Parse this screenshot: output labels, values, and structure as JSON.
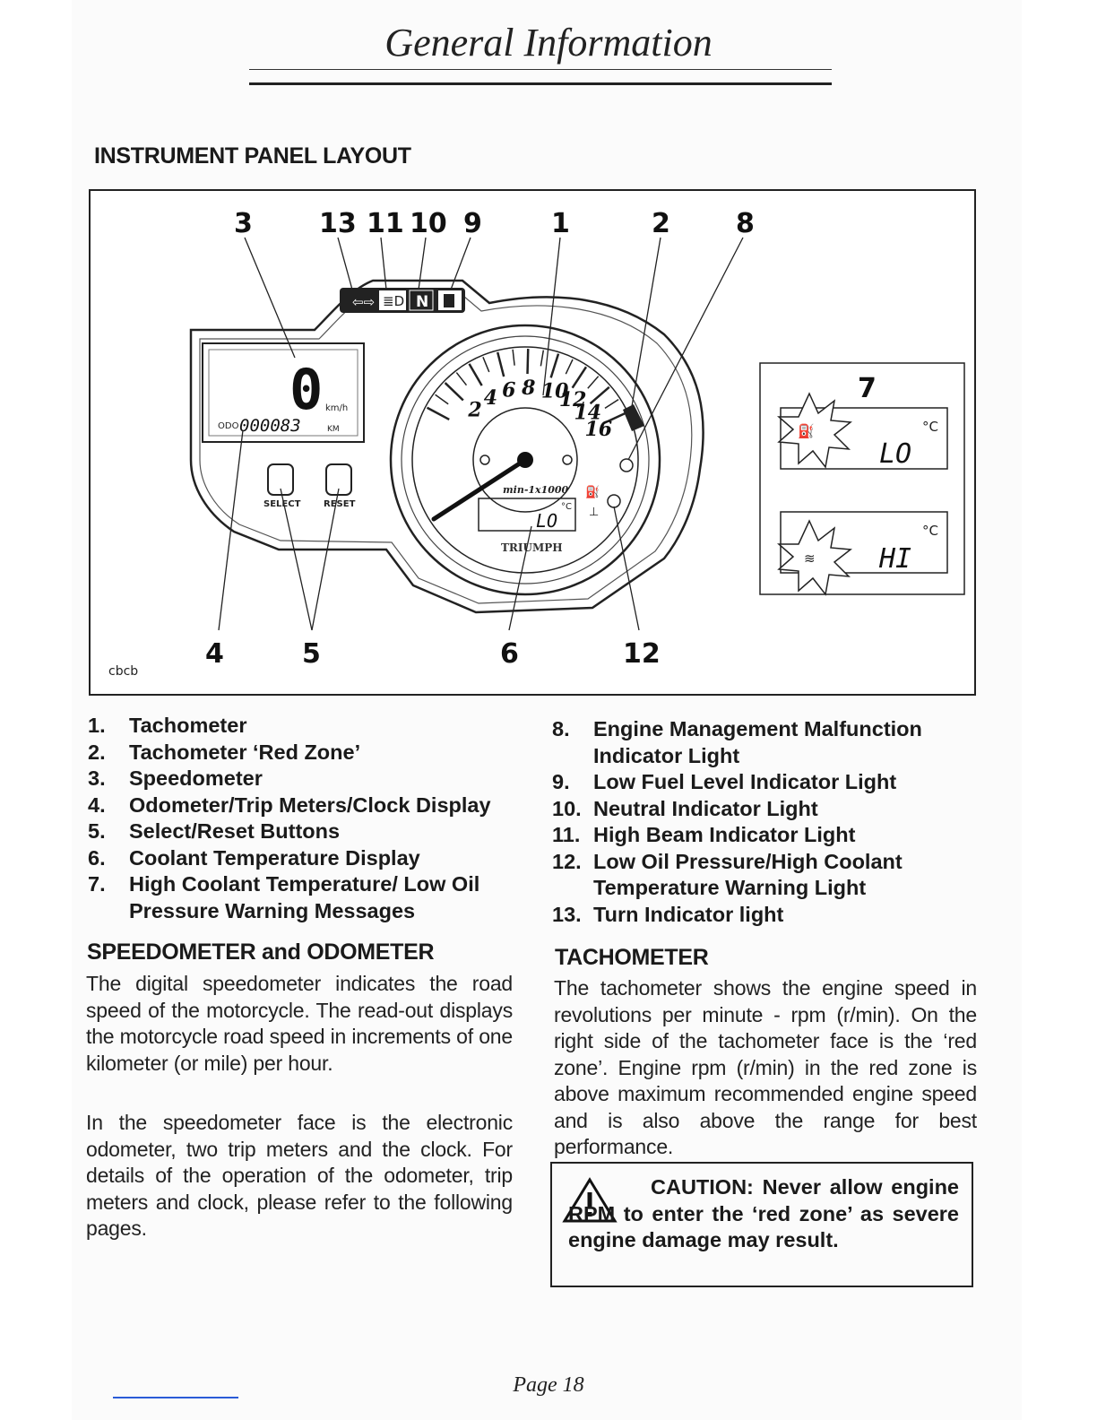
{
  "header": {
    "title": "General Information"
  },
  "section_instrument": {
    "heading": "INSTRUMENT PANEL LAYOUT"
  },
  "figure": {
    "code": "cbcb",
    "callouts": {
      "c1": "1",
      "c2": "2",
      "c3": "3",
      "c4": "4",
      "c5": "5",
      "c6": "6",
      "c7": "7",
      "c8": "8",
      "c9": "9",
      "c10": "10",
      "c11": "11",
      "c12": "12",
      "c13": "13"
    },
    "speed_value": "0",
    "speed_unit": "km/h",
    "odo_prefix": "ODO",
    "odo_value": "000083",
    "odo_unit": "KM",
    "select_label": "SELECT",
    "reset_label": "RESET",
    "tach_scale": [
      "2",
      "4",
      "6",
      "8",
      "10",
      "12",
      "14",
      "16"
    ],
    "tach_unit": "min-1x1000",
    "temp_unit": "°C",
    "temp_value": "LO",
    "brand": "TRIUMPH",
    "inset_low": {
      "unit": "°C",
      "value": "LO"
    },
    "inset_high": {
      "unit": "°C",
      "value": "HI"
    },
    "tell_tale_neutral": "N"
  },
  "key_left": [
    {
      "num": "1.",
      "text": "Tachometer"
    },
    {
      "num": "2.",
      "text": "Tachometer ‘Red Zone’"
    },
    {
      "num": "3.",
      "text": "Speedometer"
    },
    {
      "num": "4.",
      "text": "Odometer/Trip Meters/Clock Display"
    },
    {
      "num": "5.",
      "text": "Select/Reset Buttons"
    },
    {
      "num": "6.",
      "text": "Coolant Temperature Display"
    },
    {
      "num": "7.",
      "text": "High Coolant Temperature/ Low Oil Pressure Warning Messages"
    }
  ],
  "key_right": [
    {
      "num": "8.",
      "text": "Engine Management Malfunction Indicator Light"
    },
    {
      "num": "9.",
      "text": "Low Fuel Level Indicator Light"
    },
    {
      "num": "10.",
      "text": "Neutral Indicator Light"
    },
    {
      "num": "11.",
      "text": "High Beam Indicator Light"
    },
    {
      "num": "12.",
      "text": "Low Oil Pressure/High Coolant Temperature Warning Light"
    },
    {
      "num": "13.",
      "text": "Turn Indicator light"
    }
  ],
  "speedo_section": {
    "heading": "SPEEDOMETER and ODOMETER",
    "p1": "The digital speedometer indicates the road speed of the motorcycle. The read-out displays the motorcycle road speed in increments of one kilometer (or mile) per hour.",
    "p2": "In the speedometer face is the electronic odometer, two trip meters and the clock. For details of the operation of the odometer, trip meters and clock, please refer to the following pages."
  },
  "tacho_section": {
    "heading": "TACHOMETER",
    "p1": "The tachometer shows the engine speed in revolutions per minute - rpm (r/min). On the right side of the tachometer face is the ‘red zone’. Engine rpm (r/min) in the red zone is above maximum recommended engine speed and is also above the range for best performance."
  },
  "caution": {
    "icon": "warning-triangle-icon",
    "text": "CAUTION: Never allow engine RPM to enter the ‘red zone’ as severe engine damage may result."
  },
  "footer": {
    "page": "Page 18"
  }
}
